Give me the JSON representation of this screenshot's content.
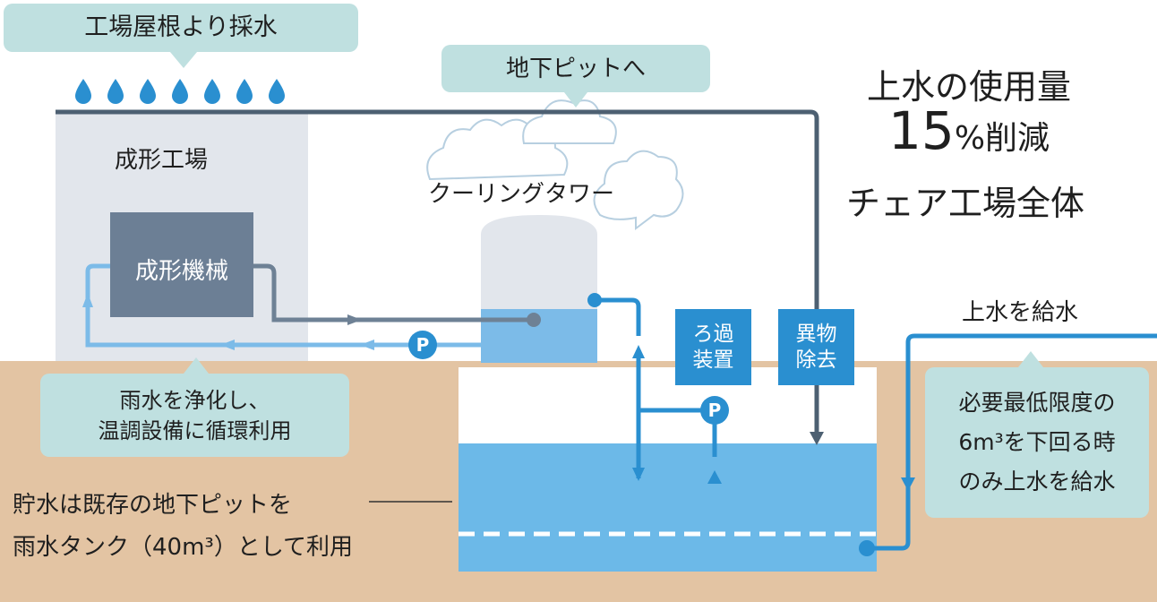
{
  "callouts": {
    "roof_rain": "工場屋根より採水",
    "to_pit": "地下ピットへ",
    "purify_line1": "雨水を浄化し、",
    "purify_line2": "温調設備に循環利用",
    "supply_line1": "必要最低限度の",
    "supply_line2": "6m³を下回る時",
    "supply_line3": "のみ上水を給水"
  },
  "labels": {
    "factory": "成形工場",
    "machine": "成形機械",
    "cooling_tower": "クーリングタワー",
    "filter_line1": "ろ過",
    "filter_line2": "装置",
    "debris_line1": "異物",
    "debris_line2": "除去",
    "tap_water_supply": "上水を給水",
    "pit_line1": "貯水は既存の地下ピットを",
    "pit_line2": "雨水タンク（40m³）として利用",
    "pump": "P"
  },
  "headline": {
    "line1": "上水の使用量",
    "number": "15",
    "suffix": "%削減",
    "line3": "チェア工場全体"
  },
  "colors": {
    "ground": "#e3c4a3",
    "building": "#e2e6ec",
    "machine": "#6c7f95",
    "pipe_dark": "#4d6072",
    "pipe_mid": "#6e8195",
    "pipe_light": "#7cbbe8",
    "pipe_blue": "#2a8fd0",
    "water": "#6cb9e8",
    "callout": "#bfe0e0",
    "drop": "#2a8fd0"
  }
}
